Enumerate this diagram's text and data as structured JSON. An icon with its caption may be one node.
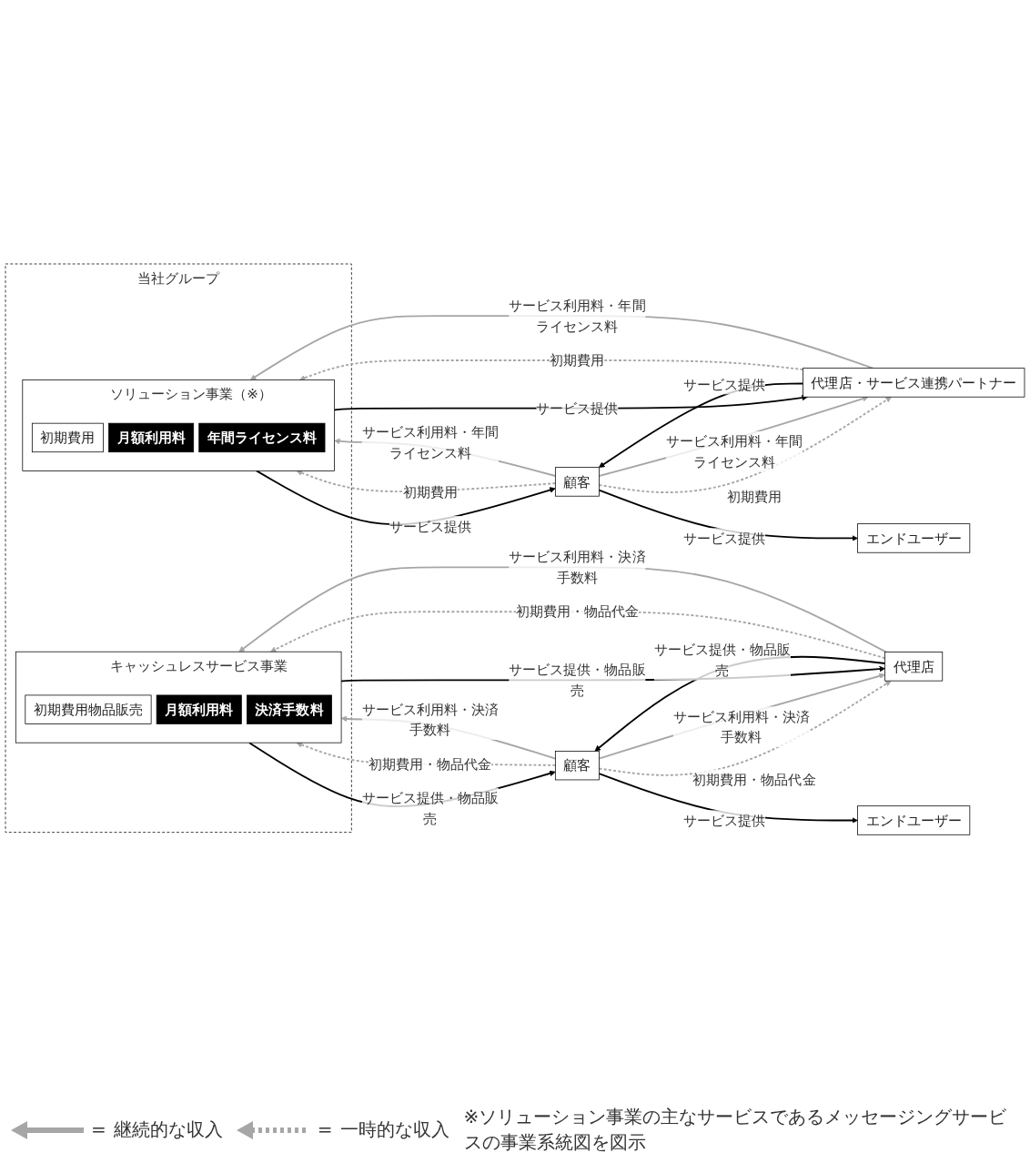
{
  "diagram": {
    "nodes": [
      {
        "text": [
          "当社グループ"
        ]
      },
      {
        "text": [
          "キャッシュレスサービス事業"
        ],
        "in": 0
      },
      {
        "text": [
          "初期費用物品販売"
        ],
        "in": 1
      },
      {
        "text": [
          "月額利用料"
        ],
        "in": 1
      },
      {
        "text": [
          "決済手数料"
        ],
        "in": 1
      },
      {
        "text": [
          "代理店"
        ]
      },
      {
        "text": [
          "顧客"
        ]
      },
      {
        "text": [
          "エンドユーザー"
        ]
      },
      {
        "text": [
          "ソリューション事業（※）"
        ],
        "in": 0
      },
      {
        "text": [
          "初期費用"
        ],
        "in": 8
      },
      {
        "text": [
          "月額利用料"
        ],
        "in": 8
      },
      {
        "text": [
          "年間ライセンス料"
        ],
        "in": 8
      },
      {
        "text": [
          "代理店・サービス連携パートナー"
        ]
      },
      {
        "text": [
          "顧客"
        ]
      },
      {
        "text": [
          "エンドユーザー"
        ]
      }
    ],
    "edges": [
      {
        "from": 1,
        "to": 6,
        "arrow": "to",
        "label": "サービス提供・物品販売",
        "color": "#000000"
      },
      {
        "from": 6,
        "to": 1,
        "arrow": "to",
        "label": "初期費用・物品代金",
        "style": "dashed",
        "color": "#a6a6a6"
      },
      {
        "from": 6,
        "to": 1,
        "arrow": "to",
        "label": "サービス利用料・決済手数料",
        "color": "#a6a6a6"
      },
      {
        "from": 1,
        "to": 5,
        "arrow": "to",
        "label": "サービス提供・物品販売",
        "color": "#000000"
      },
      {
        "from": 5,
        "to": 1,
        "arrow": "to",
        "label": "初期費用・物品代金",
        "style": "dashed",
        "color": "#a6a6a6"
      },
      {
        "from": 5,
        "to": 1,
        "arrow": "to",
        "label": "サービス利用料・決済手数料",
        "color": "#a6a6a6"
      },
      {
        "from": 5,
        "to": 6,
        "arrow": "to",
        "label": "サービス提供・物品販売",
        "color": "#000000"
      },
      {
        "from": 6,
        "to": 5,
        "arrow": "to",
        "label": "初期費用・物品代金",
        "style": "dashed",
        "color": "#a6a6a6"
      },
      {
        "from": 6,
        "to": 5,
        "arrow": "to",
        "label": "サービス利用料・決済手数料",
        "color": "#a6a6a6"
      },
      {
        "from": 6,
        "to": 7,
        "arrow": "to",
        "label": "サービス提供",
        "color": "#000000"
      },
      {
        "from": 8,
        "to": 13,
        "arrow": "to",
        "label": "サービス提供",
        "color": "#000000"
      },
      {
        "from": 13,
        "to": 8,
        "arrow": "to",
        "label": "初期費用",
        "style": "dashed",
        "color": "#a6a6a6"
      },
      {
        "from": 13,
        "to": 8,
        "arrow": "to",
        "label": "サービス利用料・年間ライセンス料",
        "color": "#a6a6a6"
      },
      {
        "from": 8,
        "to": 12,
        "arrow": "to",
        "label": "サービス提供",
        "color": "#000000"
      },
      {
        "from": 12,
        "to": 8,
        "arrow": "to",
        "label": "初期費用",
        "style": "dashed",
        "color": "#a6a6a6"
      },
      {
        "from": 12,
        "to": 8,
        "arrow": "to",
        "label": "サービス利用料・年間ライセンス料",
        "color": "#a6a6a6"
      },
      {
        "from": 12,
        "to": 13,
        "arrow": "to",
        "label": "サービス提供",
        "color": "#000000"
      },
      {
        "from": 13,
        "to": 12,
        "arrow": "to",
        "label": "初期費用",
        "style": "dashed",
        "color": "#a6a6a6"
      },
      {
        "from": 13,
        "to": 12,
        "arrow": "to",
        "label": "サービス利用料・年間ライセンス料",
        "color": "#a6a6a6"
      },
      {
        "from": 13,
        "to": 14,
        "arrow": "to",
        "label": "サービス提供",
        "color": "#000000"
      }
    ],
    "labels": [
      "=",
      "=",
      "※ソリューション事業の主なサービスであるメッセージングサービスの事業系統図を図示"
    ],
    "legend": [
      {
        "text": "継続的な収入"
      },
      {
        "text": "一時的な収入"
      }
    ]
  }
}
